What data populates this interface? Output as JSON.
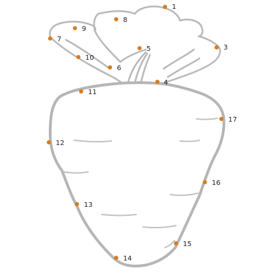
{
  "puzzle": {
    "subject": "carrot",
    "points": [
      {
        "label": "1"
      },
      {
        "label": "3"
      },
      {
        "label": "4"
      },
      {
        "label": "5"
      },
      {
        "label": "6"
      },
      {
        "label": "7"
      },
      {
        "label": "8"
      },
      {
        "label": "9"
      },
      {
        "label": "10"
      },
      {
        "label": "11"
      },
      {
        "label": "12"
      },
      {
        "label": "13"
      },
      {
        "label": "14"
      },
      {
        "label": "15"
      },
      {
        "label": "16"
      },
      {
        "label": "17"
      }
    ],
    "dot_color": "#d97a1c",
    "outline_color": "#b5b5b5"
  }
}
